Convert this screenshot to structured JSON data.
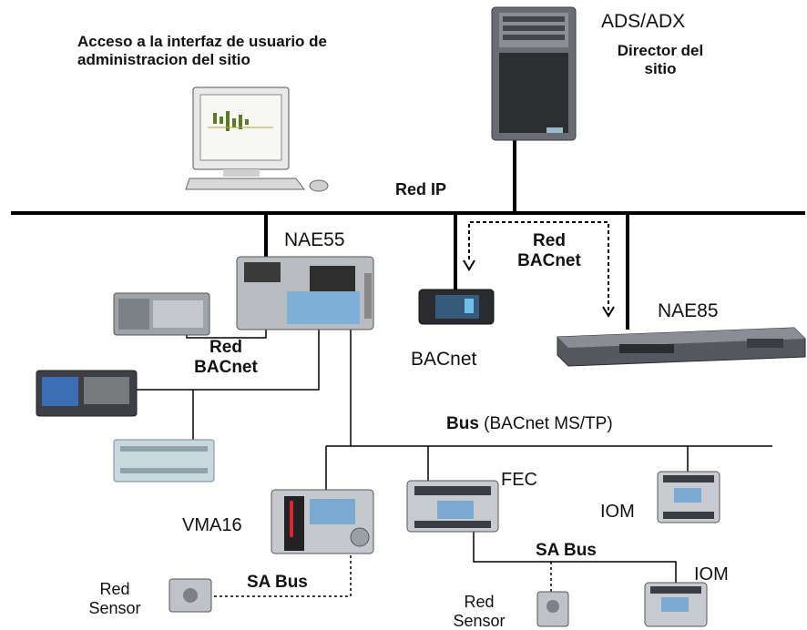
{
  "labels": {
    "ui_access": [
      "Acceso a la interfaz de usuario de",
      "administracion del sitio"
    ],
    "ads_adx": "ADS/ADX",
    "director": [
      "Director del",
      "sitio"
    ],
    "red_ip": "Red  IP",
    "nae55": "NAE55",
    "red_bacnet_top": [
      "Red",
      "BACnet"
    ],
    "nae85": "NAE85",
    "red_bacnet_left": [
      "Red",
      "BACnet"
    ],
    "bacnet_device": "BACnet",
    "bus_bold": "Bus",
    "bus_rest": " (BACnet MS/TP)",
    "fec": "FEC",
    "iom_1": "IOM",
    "vma16": "VMA16",
    "sa_bus_1": "SA Bus",
    "sa_bus_2": "SA Bus",
    "iom_2": "IOM",
    "sensor_left": [
      "Red",
      "Sensor"
    ],
    "sensor_mid": [
      "Red",
      "Sensor"
    ]
  },
  "colors": {
    "line": "#000000",
    "text": "#111111",
    "device_grey": "#9aa0a6",
    "device_dark": "#2f3135"
  }
}
